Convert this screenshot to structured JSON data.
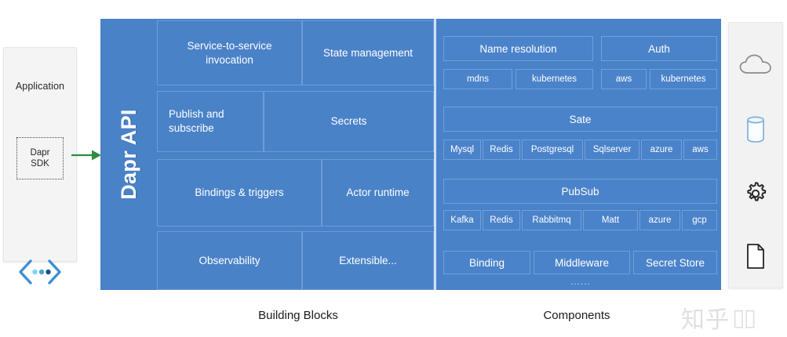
{
  "application": {
    "title": "Application",
    "sdk_line1": "Dapr",
    "sdk_line2": "SDK",
    "logo_icon": "dapr-logo-icon"
  },
  "arrow": {
    "icon": "green-arrow-icon",
    "color": "#2e8b40"
  },
  "dapr_api": {
    "label": "Dapr API"
  },
  "building_blocks": [
    {
      "label": "Service-to-service invocation"
    },
    {
      "label": "State management"
    },
    {
      "label": "Publish and subscribe"
    },
    {
      "label": "Secrets"
    },
    {
      "label": "Bindings & triggers"
    },
    {
      "label": "Actor runtime"
    },
    {
      "label": "Observability"
    },
    {
      "label": "Extensible..."
    }
  ],
  "components": {
    "name_resolution": {
      "title": "Name resolution",
      "chips": [
        "mdns",
        "kubernetes"
      ]
    },
    "auth": {
      "title": "Auth",
      "chips": [
        "aws",
        "kubernetes"
      ]
    },
    "state": {
      "title": "Sate",
      "chips": [
        "Mysql",
        "Redis",
        "Postgresql",
        "Sqlserver",
        "azure",
        "aws"
      ]
    },
    "pubsub": {
      "title": "PubSub",
      "chips": [
        "Kafka",
        "Redis",
        "Rabbitmq",
        "Matt",
        "azure",
        "gcp"
      ]
    },
    "bottom_row": [
      "Binding",
      "Middleware",
      "Secret Store"
    ],
    "ellipsis": "......"
  },
  "rail": {
    "icons": [
      "cloud-icon",
      "database-icon",
      "gear-icon",
      "document-icon"
    ]
  },
  "captions": {
    "building_blocks": "Building Blocks",
    "components": "Components"
  },
  "watermark": {
    "text": "知乎"
  },
  "colors": {
    "panel_blue": "#4a82c8",
    "tile_border": "#6d9cd6",
    "divider": "#cfe0f3",
    "arrow_green": "#2e8b40",
    "card_bg": "#f4f4f4"
  }
}
